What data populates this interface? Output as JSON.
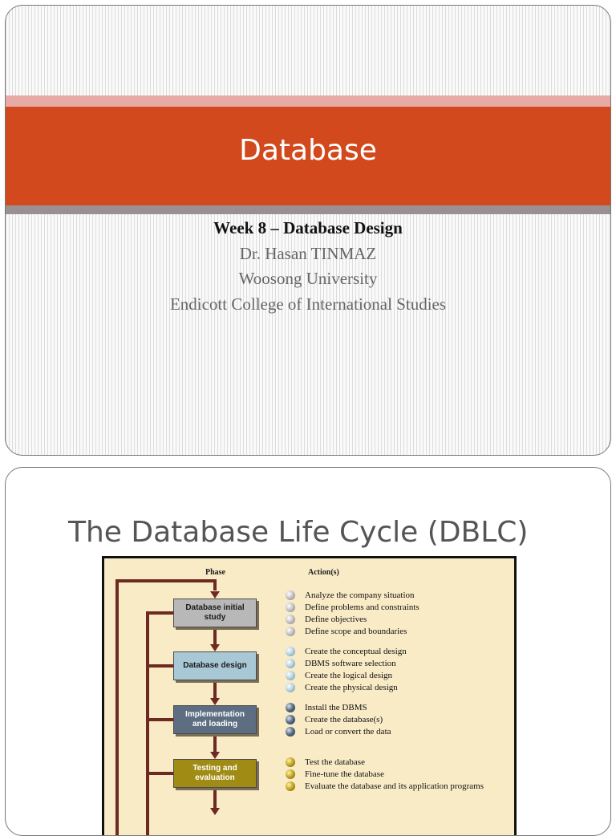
{
  "slide1": {
    "title": "Database",
    "subtitle": "Week 8 – Database Design",
    "author": "Dr. Hasan TINMAZ",
    "university": "Woosong University",
    "college": "Endicott College of International Studies"
  },
  "slide2": {
    "title": "The Database Life Cycle (DBLC)",
    "figure": {
      "phase_header": "Phase",
      "actions_header": "Action(s)",
      "phases": [
        {
          "name": "Database initial study",
          "name_lines": [
            "Database initial",
            "study"
          ],
          "color": "#b8b8b8",
          "bullet_style": "grey",
          "actions": [
            "Analyze the company situation",
            "Define problems and constraints",
            "Define objectives",
            "Define scope and boundaries"
          ]
        },
        {
          "name": "Database design",
          "name_lines": [
            "Database design"
          ],
          "color": "#a9c8d6",
          "bullet_style": "blue",
          "actions": [
            "Create the conceptual design",
            "DBMS software selection",
            "Create the logical design",
            "Create the physical design"
          ]
        },
        {
          "name": "Implementation and loading",
          "name_lines": [
            "Implementation",
            "and loading"
          ],
          "color": "#5d6e82",
          "bullet_style": "dark",
          "actions": [
            "Install the DBMS",
            "Create the database(s)",
            "Load or convert the data"
          ]
        },
        {
          "name": "Testing and evaluation",
          "name_lines": [
            "Testing and",
            "evaluation"
          ],
          "color": "#a08c14",
          "bullet_style": "gold",
          "actions": [
            "Test the database",
            "Fine-tune the database",
            "Evaluate the database and its application programs"
          ]
        }
      ],
      "arrow_color": "#6e2a22"
    }
  }
}
